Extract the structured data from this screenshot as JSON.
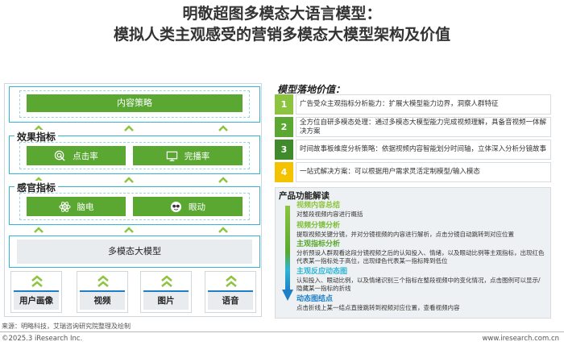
{
  "title": {
    "line1": "明敬超图多模态大语言模型：",
    "line2": "模拟人类主观感受的营销多模态大模型架构及价值"
  },
  "architecture": {
    "content_strategy": "内容策略",
    "effect_section": {
      "label": "效果指标",
      "items": [
        "点击率",
        "完播率"
      ]
    },
    "sense_section": {
      "label": "感官指标",
      "items": [
        "脑电",
        "眼动"
      ]
    },
    "model": "多模态大模型",
    "inputs": [
      "用户画像",
      "视频",
      "图片",
      "语音"
    ]
  },
  "value": {
    "title": "模型落地价值：",
    "rows": [
      {
        "num": "1",
        "text": "广告受众主观指标分析能力：扩展大模型能力边界，洞察人群特征",
        "color": "#8cc43f"
      },
      {
        "num": "2",
        "text": "全方位自研多模态处理：通过多模态大模型能力完成视频理解，具备音视频一体解决方案",
        "color": "#5aa832"
      },
      {
        "num": "3",
        "text": "时间故事板维度分析策略：依据视频内容智能划分时间轴，立体深入分析分镜故事",
        "color": "#3f8a2a"
      },
      {
        "num": "4",
        "text": "一站式解决方案：可以根据用户需求灵活定制模型/输入模态",
        "color": "#f3c300"
      }
    ]
  },
  "features": {
    "title": "产品功能解读",
    "items": [
      {
        "heading": "视频内容总结",
        "desc": "对整段视频内容进行概括",
        "color": "#8cc43f"
      },
      {
        "heading": "视频分镜分析",
        "desc": "提取视频关键分镜，并对分镜视频的内容进行解析，点击分镜自动跳转到对应位置",
        "color": "#7bbd35"
      },
      {
        "heading": "主观指标分析",
        "desc": "分析预设人群观看这段分镜视频之后的认知投入、情绪，以及眼动比例等主观指标，出现红色代表某一指标处于高位，出现绿色代表某一指标降到低位",
        "color": "#5aa832"
      },
      {
        "heading": "主观反应动态图",
        "desc": "认知投入、眼动比例，以及情绪识别三个指标在整段视频中的变化情况，点击图例可以显示/隐藏某一指标的折线",
        "color": "#2fb5d6"
      },
      {
        "heading": "动态图结点",
        "desc": "点击折线上某一结点直接跳转到视频对应位置，查看视频内容",
        "color": "#1f7fc7"
      }
    ]
  },
  "source": "来源：明略科技，艾瑞咨询研究院整理及绘制",
  "copyright": "©2025.3 iResearch Inc.",
  "website": "www.iresearch.com.cn"
}
